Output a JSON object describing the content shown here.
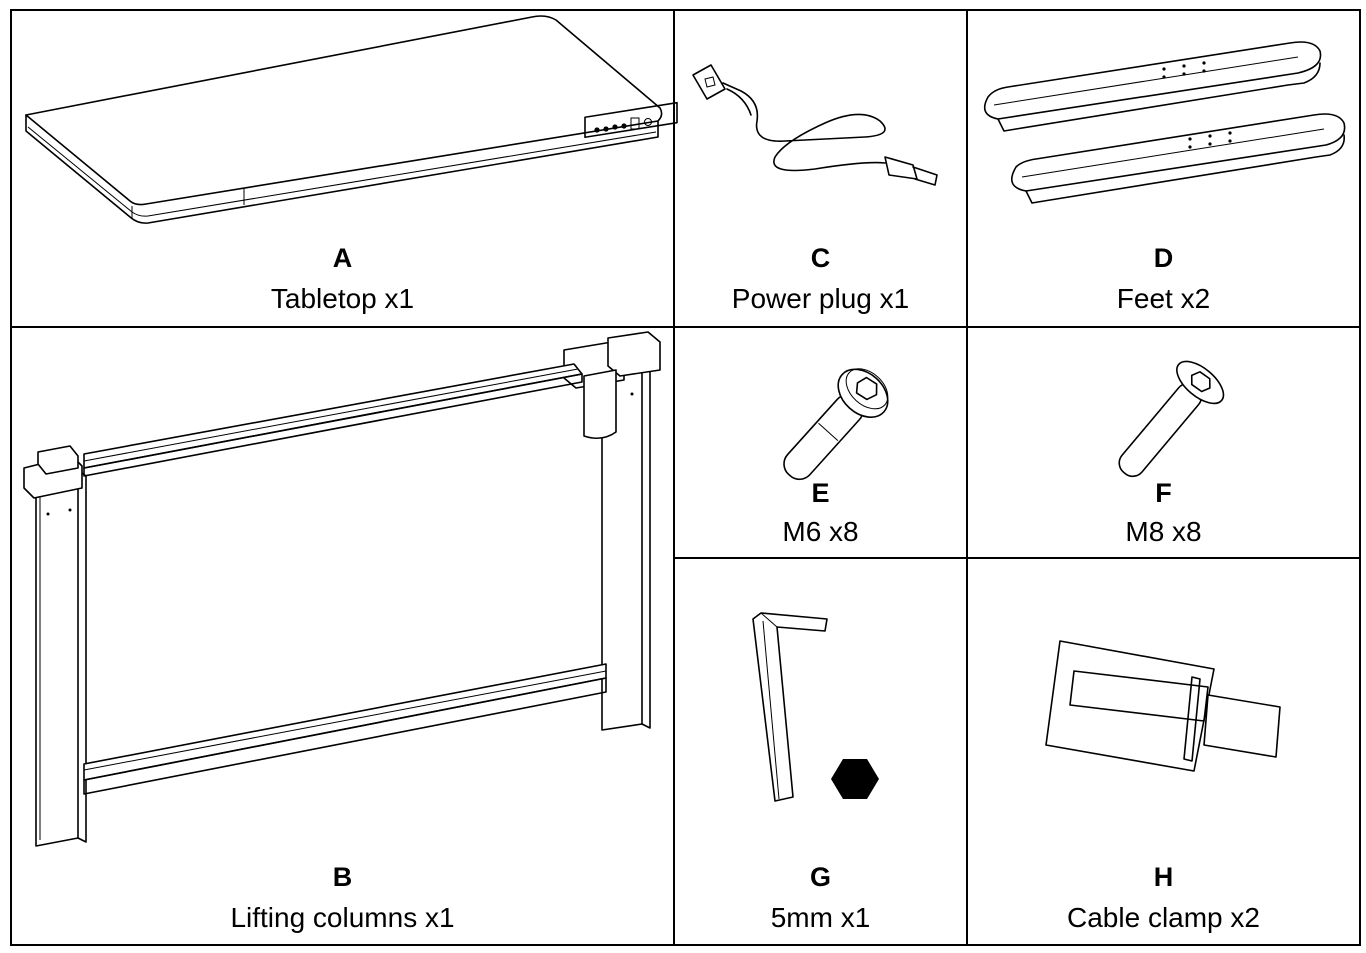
{
  "parts": [
    {
      "id": "A",
      "name": "Tabletop x1"
    },
    {
      "id": "B",
      "name": "Lifting columns x1"
    },
    {
      "id": "C",
      "name": "Power plug x1"
    },
    {
      "id": "D",
      "name": "Feet x2"
    },
    {
      "id": "E",
      "name": "M6 x8"
    },
    {
      "id": "F",
      "name": "M8 x8"
    },
    {
      "id": "G",
      "name": "5mm x1"
    },
    {
      "id": "H",
      "name": "Cable clamp x2"
    }
  ]
}
